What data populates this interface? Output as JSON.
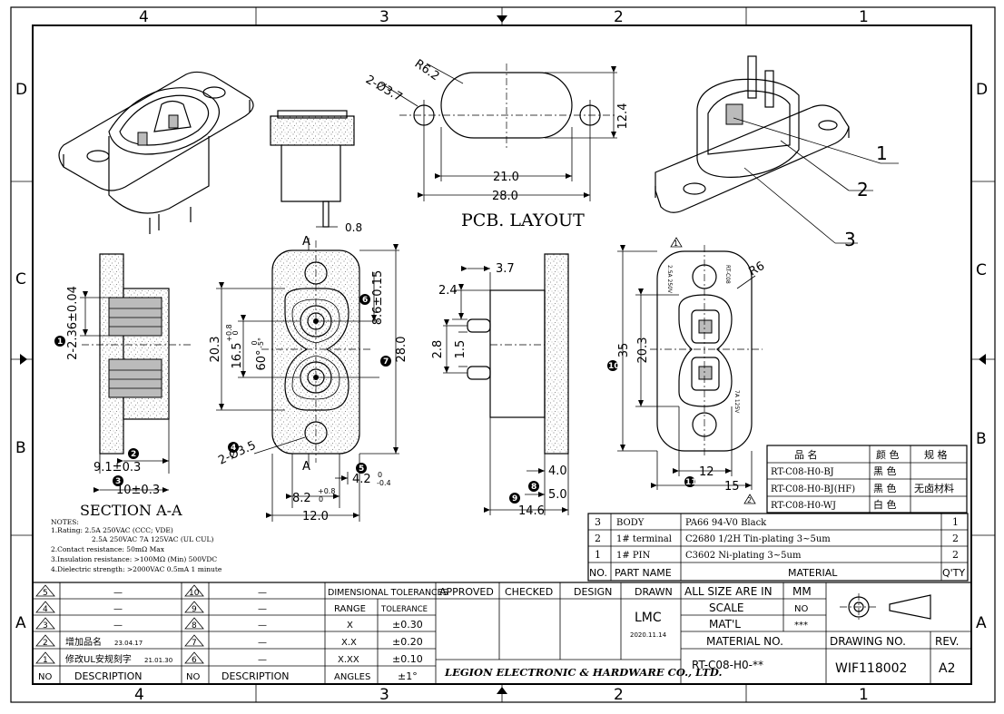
{
  "frame": {
    "col_labels": [
      "4",
      "3",
      "2",
      "1"
    ],
    "row_labels": [
      "D",
      "C",
      "B",
      "A"
    ]
  },
  "views": {
    "pcb_layout_title": "PCB. LAYOUT",
    "section_title": "SECTION A-A",
    "section_marker": "A",
    "balloons": [
      "1",
      "2",
      "3"
    ],
    "revision_triangles": [
      "1",
      "2"
    ],
    "dims": {
      "pin_gap": "0.8",
      "r62": "R6.2",
      "hole_2phi37": "2-Ø3.7",
      "d124": "12.4",
      "d210": "21.0",
      "d280": "28.0",
      "d236": "2-2.36±0.04",
      "d91": "9.1±0.3",
      "d100": "10±0.3",
      "d203": "20.3",
      "d165": "16.5",
      "d165_tol_up": "+0.8",
      "d165_tol_dn": "0",
      "d60": "60°",
      "d60_tol_up": "0",
      "d60_tol_dn": "-5°",
      "d86": "8.6±0.15",
      "d280v": "28.0",
      "hole_2phi35": "2-Ø3.5",
      "d82": "8.2",
      "d82_tol_up": "+0.8",
      "d82_tol_dn": "0",
      "d120": "12.0",
      "d42": "4.2",
      "d42_tol_up": "0",
      "d42_tol_dn": "-0.4",
      "d37": "3.7",
      "d24": "2.4",
      "d28": "2.8",
      "d15": "1.5",
      "d40": "4.0",
      "d50": "5.0",
      "d146": "14.6",
      "d35": "35",
      "d203b": "20.3",
      "r6": "R6",
      "d12": "12",
      "d15b": "15",
      "circled_nums": [
        "1",
        "2",
        "3",
        "4",
        "5",
        "6",
        "7",
        "8",
        "9",
        "10",
        "11"
      ]
    },
    "face_marks": {
      "top_left": "2.5A 250V",
      "top_right": "RT-C08",
      "bottom": "7A 125V"
    }
  },
  "notes": [
    "NOTES:",
    "1.Rating: 2.5A 250VAC (CCC; VDE)",
    "2.5A 250VAC   7A 125VAC (UL CUL)",
    "2.Contact resistance: 50mΩ Max",
    "3.Insulation resistance: >100MΩ (Min) 500VDC",
    "4.Dielectric strength: >2000VAC 0.5mA 1 minute"
  ],
  "variants": {
    "headers": [
      "品 名",
      "颜 色",
      "规 格"
    ],
    "rows": [
      [
        "RT-C08-H0-BJ",
        "黑 色",
        ""
      ],
      [
        "RT-C08-H0-BJ(HF)",
        "黑 色",
        "无卤材料"
      ],
      [
        "RT-C08-H0-WJ",
        "白 色",
        ""
      ]
    ]
  },
  "bom": {
    "headers": [
      "NO.",
      "PART NAME",
      "MATERIAL",
      "Q'TY"
    ],
    "rows": [
      [
        "3",
        "BODY",
        "PA66 94-V0 Black",
        "1"
      ],
      [
        "2",
        "1# terminal",
        "C2680 1/2H Tin-plating 3~5um",
        "2"
      ],
      [
        "1",
        "1# PIN",
        "C3602  Ni-plating 3~5um",
        "2"
      ]
    ]
  },
  "revisions": {
    "no_label": "NO",
    "desc_label": "DESCRIPTION",
    "left": [
      {
        "no": "5",
        "desc": "—"
      },
      {
        "no": "4",
        "desc": "—"
      },
      {
        "no": "3",
        "desc": "—"
      },
      {
        "no": "2",
        "desc": "增加品名",
        "date": "23.04.17"
      },
      {
        "no": "1",
        "desc": "修改UL安规刻字",
        "date": "21.01.30"
      }
    ],
    "right": [
      {
        "no": "10",
        "desc": "—"
      },
      {
        "no": "9",
        "desc": "—"
      },
      {
        "no": "8",
        "desc": "—"
      },
      {
        "no": "7",
        "desc": "—"
      },
      {
        "no": "6",
        "desc": "—"
      }
    ]
  },
  "tolerances": {
    "title": "DIMENSIONAL TOLERANCES",
    "headers": [
      "RANGE",
      "TOLERANCE"
    ],
    "rows": [
      [
        "X",
        "±0.30"
      ],
      [
        "X.X",
        "±0.20"
      ],
      [
        "X.XX",
        "±0.10"
      ],
      [
        "ANGLES",
        "±1°"
      ]
    ]
  },
  "approval": {
    "approved": "APPROVED",
    "checked": "CHECKED",
    "design": "DESIGN",
    "drawn": "DRAWN",
    "drawn_by": "LMC",
    "date": "2020.11.14",
    "company": "LEGION ELECTRONIC & HARDWARE CO., LTD."
  },
  "title_block": {
    "all_size_label": "ALL SIZE ARE IN",
    "all_size_value": "MM",
    "scale_label": "SCALE",
    "scale_value": "NO",
    "matl_label": "MAT'L",
    "matl_value": "***",
    "material_no_label": "MATERIAL NO.",
    "material_no": "RT-C08-H0-**",
    "drawing_no_label": "DRAWING NO.",
    "drawing_no": "WIF118002",
    "rev_label": "REV.",
    "rev": "A2"
  }
}
